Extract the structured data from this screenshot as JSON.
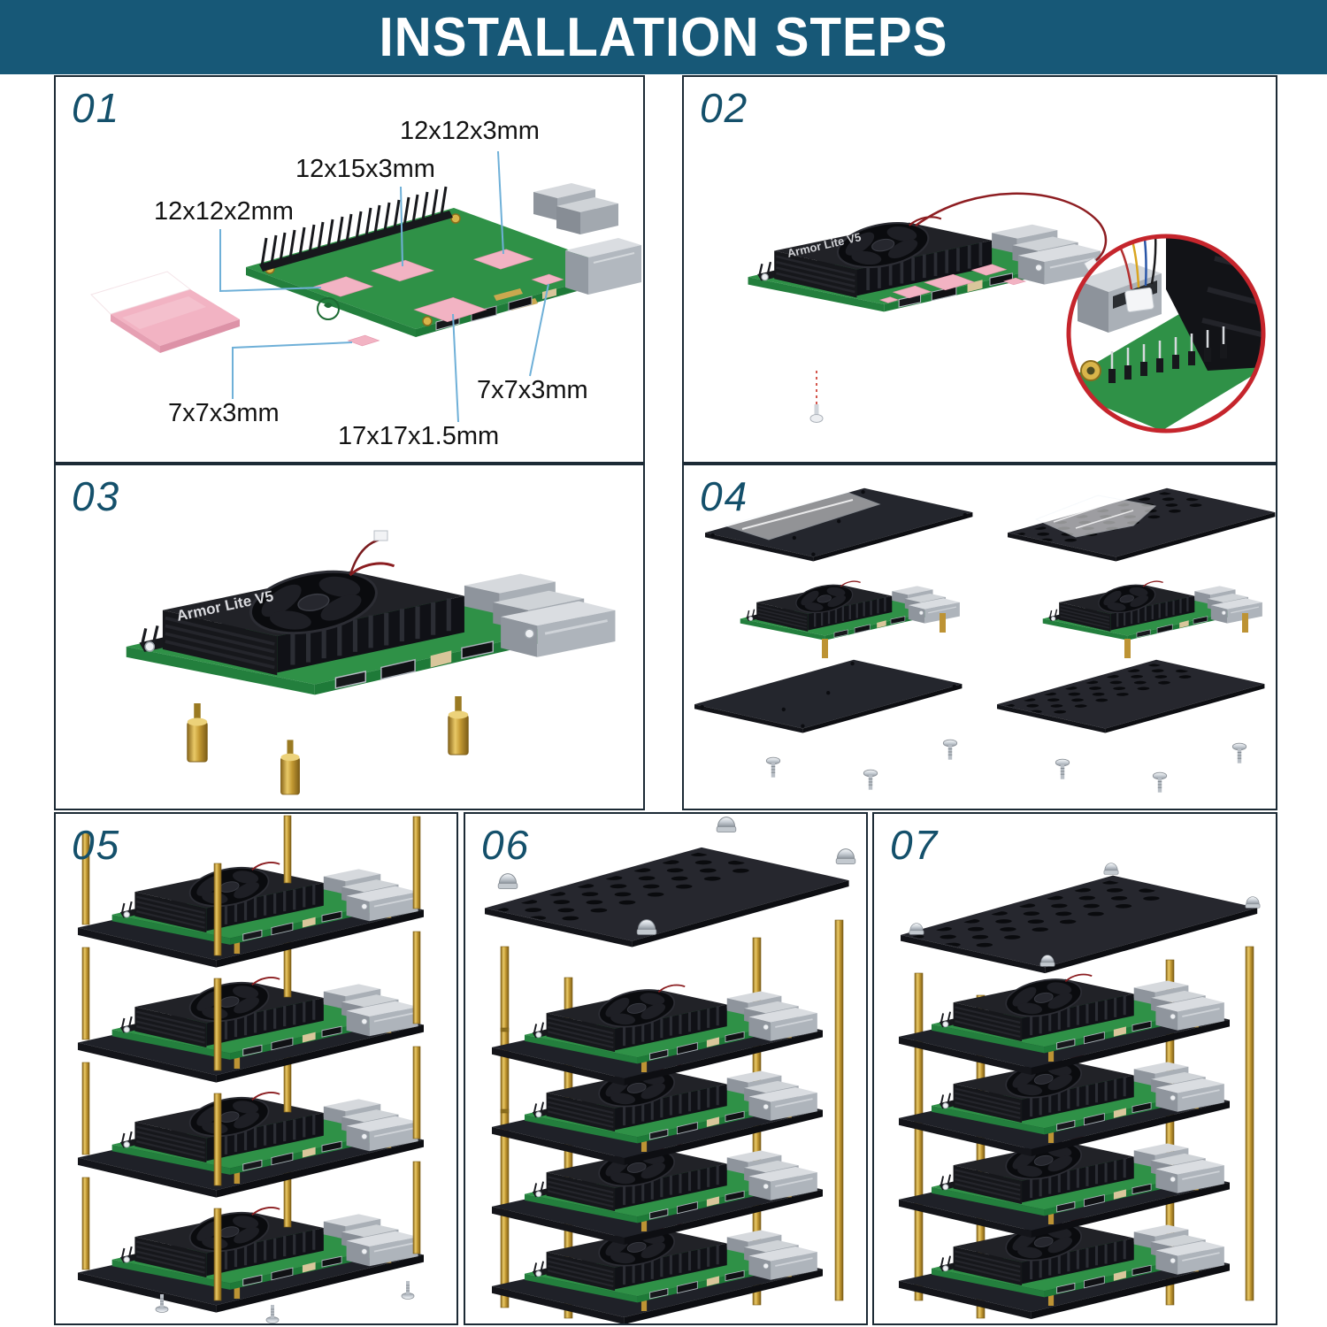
{
  "header": {
    "title": "INSTALLATION STEPS"
  },
  "colors": {
    "header_bg": "#175877",
    "step_number": "#14506B",
    "panel_border": "#1C2A35",
    "accent_red": "#C5252C",
    "thermal_pad_pink": "#F2B3C3",
    "board_green": "#2F9147",
    "brass_gold": "#C49A33",
    "leader_line_blue": "#6FB0D8"
  },
  "steps": [
    {
      "num": "01",
      "pad_labels": [
        "12x12x3mm",
        "12x15x3mm",
        "12x12x2mm",
        "7x7x3mm",
        "17x17x1.5mm",
        "7x7x3mm"
      ]
    },
    {
      "num": "02",
      "heatsink_label": "Armor Lite V5"
    },
    {
      "num": "03",
      "heatsink_label": "Armor Lite V5"
    },
    {
      "num": "04"
    },
    {
      "num": "05"
    },
    {
      "num": "06"
    },
    {
      "num": "07"
    }
  ]
}
